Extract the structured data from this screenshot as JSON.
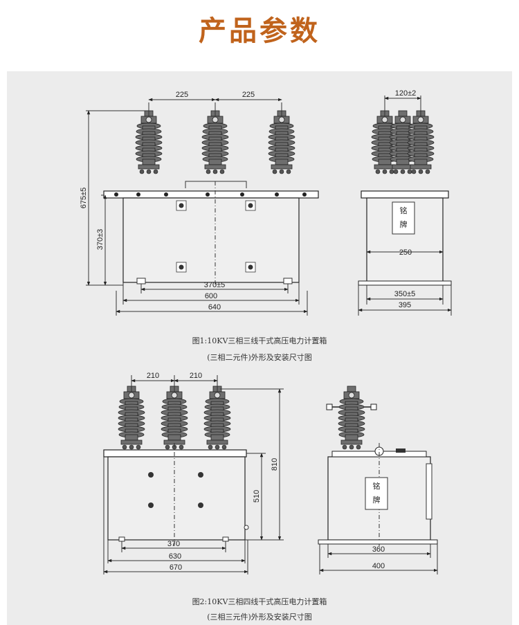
{
  "header": {
    "title": "产品参数"
  },
  "figure1": {
    "front": {
      "spacing_left": "225",
      "spacing_right": "225",
      "height_total": "675±5",
      "height_box": "370±3",
      "mount": "370±5",
      "inner_width": "600",
      "outer_width": "640"
    },
    "side": {
      "top_spacing": "120±2",
      "nameplate_1": "铭",
      "nameplate_2": "牌",
      "depth_mid": "250",
      "mount": "350±5",
      "outer_depth": "395"
    },
    "caption_line1": "图1:10KV三相三线干式高压电力计置箱",
    "caption_line2": "(三相二元件)外形及安装尺寸图"
  },
  "figure2": {
    "front": {
      "spacing_left": "210",
      "spacing_right": "210",
      "height_total": "810",
      "height_box": "510",
      "mount": "370",
      "inner_width": "630",
      "outer_width": "670"
    },
    "side": {
      "nameplate_1": "铭",
      "nameplate_2": "牌",
      "mount": "360",
      "outer_depth": "400"
    },
    "caption_line1": "图2:10KV三相四线干式高压电力计置箱",
    "caption_line2": "(三相三元件)外形及安装尺寸图"
  }
}
